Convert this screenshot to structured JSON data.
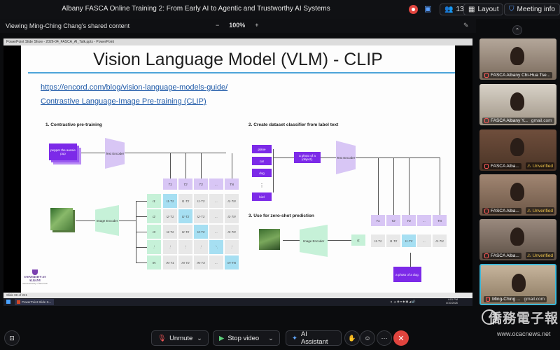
{
  "meeting": {
    "title": "Albany FASCA Online Training 2: From Early AI to Agentic and Trustworthy AI Systems",
    "participants_count": "13",
    "layout_label": "Layout",
    "meeting_info_label": "Meeting info"
  },
  "share": {
    "viewing_text": "Viewing Ming-Ching Chang's shared content",
    "zoom": "100%",
    "zoom_out": "−",
    "zoom_in": "+"
  },
  "ppt": {
    "window_title": "PowerPoint Slide Show - 2026-04_FASCA_AI_Talk.pptx - PowerPoint",
    "slide_status": "Slide 88 of 221"
  },
  "slide": {
    "title": "Vision Language Model (VLM) - CLIP",
    "link1": "https://encord.com/blog/vision-language-models-guide/",
    "link2": "Contrastive Language-Image Pre-training (CLIP)",
    "sec1": "1. Contrastive pre-training",
    "sec2": "2. Create dataset classifier from label text",
    "sec3": "3. Use for zero-shot prediction",
    "text_input": "pepper the aussie pup",
    "text_encoder": "Text Encoder",
    "image_encoder": "Image Encoder",
    "text_tokens": [
      "T1",
      "T2",
      "T3",
      "...",
      "TN"
    ],
    "image_tokens": [
      "I1",
      "I2",
      "I3",
      "⋮",
      "IN"
    ],
    "matrix": [
      [
        "I1·T1",
        "I1·T2",
        "I1·T3",
        "...",
        "I1·TN"
      ],
      [
        "I2·T1",
        "I2·T2",
        "I2·T3",
        "...",
        "I2·TN"
      ],
      [
        "I3·T1",
        "I3·T2",
        "I3·T3",
        "...",
        "I3·TN"
      ],
      [
        "⋮",
        "⋮",
        "⋮",
        "⋱",
        "⋮"
      ],
      [
        "IN·T1",
        "IN·T2",
        "IN·T3",
        "...",
        "IN·TN"
      ]
    ],
    "labels": [
      "plane",
      "car",
      "dog",
      "⋮",
      "bird"
    ],
    "template": "a photo of a {object}.",
    "zs_tokens": [
      "T1",
      "T2",
      "T3",
      "...",
      "TN"
    ],
    "zs_image_token": "I1",
    "zs_row": [
      "I1·T1",
      "I1·T2",
      "I1·T3",
      "...",
      "I1·TN"
    ],
    "prediction": "a photo of a dog.",
    "university": "UNIVERSITY AT ALBANY",
    "university_sub": "State University of New York"
  },
  "taskbar": {
    "app_label": "PowerPoint Slide S...",
    "time": "4:01 PM",
    "date": "4/10/2026"
  },
  "participants": [
    {
      "name": "FASCA Albany Chi-Hua Tse...",
      "verified": ""
    },
    {
      "name": "FASCA Albany Y...",
      "email": "gmail.com",
      "verified": ""
    },
    {
      "name": "FASCA Alba...",
      "verified": "Unverified"
    },
    {
      "name": "FASCA Alba...",
      "verified": "Unverified"
    },
    {
      "name": "FASCA Alba...",
      "verified": "Unverified"
    },
    {
      "name": "Ming-Ching ...",
      "email": "gmail.com",
      "verified": ""
    }
  ],
  "controls": {
    "unmute": "Unmute",
    "stop_video": "Stop video",
    "ai_assistant": "AI Assistant"
  },
  "watermark": {
    "text": "僑務電子報",
    "url": "www.ocacnews.net"
  },
  "colors": {
    "accent_purple": "#7c2ae8",
    "leave_red": "#e0443e",
    "highlight_blue": "#a6dff2"
  }
}
